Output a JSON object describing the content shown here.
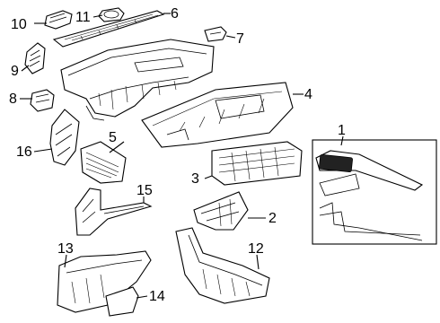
{
  "callouts": [
    {
      "id": "c1",
      "label": "1"
    },
    {
      "id": "c2",
      "label": "2"
    },
    {
      "id": "c3",
      "label": "3"
    },
    {
      "id": "c4",
      "label": "4"
    },
    {
      "id": "c5",
      "label": "5"
    },
    {
      "id": "c6",
      "label": "6"
    },
    {
      "id": "c7",
      "label": "7"
    },
    {
      "id": "c8",
      "label": "8"
    },
    {
      "id": "c9",
      "label": "9"
    },
    {
      "id": "c10",
      "label": "10"
    },
    {
      "id": "c11",
      "label": "11"
    },
    {
      "id": "c12",
      "label": "12"
    },
    {
      "id": "c13",
      "label": "13"
    },
    {
      "id": "c14",
      "label": "14"
    },
    {
      "id": "c15",
      "label": "15"
    },
    {
      "id": "c16",
      "label": "16"
    }
  ]
}
